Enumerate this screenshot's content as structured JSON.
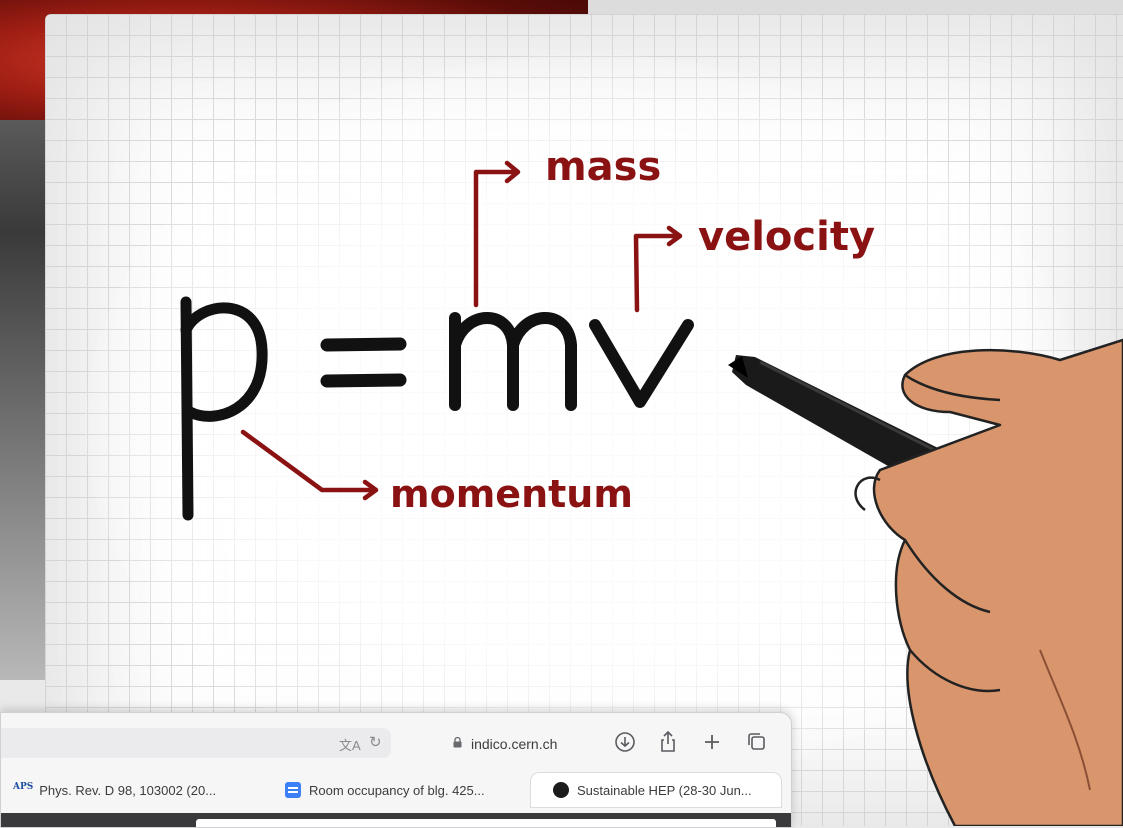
{
  "canvas": {
    "equation": {
      "p": "p",
      "equals": "=",
      "mv": "mv"
    },
    "annotations": {
      "mass": "mass",
      "velocity": "velocity",
      "momentum": "momentum"
    },
    "colors": {
      "ink": "#111111",
      "annotation": "#8b1212",
      "skin": "#d9956c",
      "pen": "#1a1a1a",
      "grid": "#dcdcdc"
    }
  },
  "browser": {
    "url": "indico.cern.ch",
    "icons": [
      "lock-icon",
      "translate-icon",
      "reload-icon",
      "download-icon",
      "share-icon",
      "new-tab-icon",
      "tab-overview-icon"
    ],
    "tabs": [
      {
        "favicon_text": "APS",
        "label": "Phys. Rev. D 98, 103002 (20..."
      },
      {
        "favicon_text": "",
        "label": "Room occupancy of blg. 425..."
      },
      {
        "favicon_text": "",
        "label": "Sustainable HEP (28-30 Jun..."
      }
    ]
  }
}
